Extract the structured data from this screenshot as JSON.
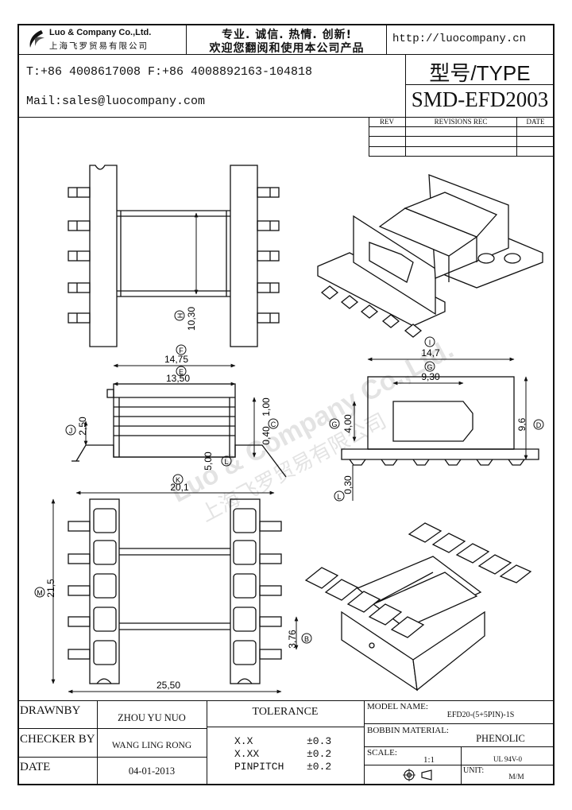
{
  "header": {
    "company_name": "Luo & Company Co.,Ltd.",
    "company_name_cn": "上海飞罗贸易有限公司",
    "slogan_line1": "专业. 诚信. 热情. 创新!",
    "slogan_line2": "欢迎您翻阅和使用本公司产品",
    "website": "http://luocompany.cn",
    "phone_fax": "T:+86 4008617008 F:+86 4008892163-104818",
    "email": "Mail:sales@luocompany.com",
    "type_label": "型号/TYPE",
    "model_code": "SMD-EFD2003"
  },
  "revisions": {
    "col_rev": "REV",
    "col_revisions": "REVISIONS REC",
    "col_date": "DATE"
  },
  "dimensions": {
    "h": "10,30",
    "f": "14,75",
    "e": "13,50",
    "j": "2,50",
    "c": "0,40",
    "c2": "1,00",
    "l": "5,00",
    "k": "20,1",
    "i": "14,7",
    "g": "9,30",
    "gh": "4,00",
    "d": "9,6",
    "ll": "0,30",
    "m": "21,5",
    "b": "3,76",
    "a": "25,50"
  },
  "callouts": {
    "h": "H",
    "f": "F",
    "e": "E",
    "j": "J",
    "c": "C",
    "l": "L",
    "k": "K",
    "i": "I",
    "g": "G",
    "g2": "G",
    "d": "D",
    "ll": "L",
    "m": "M",
    "b": "B"
  },
  "watermark": {
    "text": "Luo & Company Co.,Ltd.",
    "text_cn": "上海飞罗贸易有限公司"
  },
  "title_block": {
    "drawn_by_label": "DRAWNBY",
    "drawn_by_value": "ZHOU YU NUO",
    "checker_label": "CHECKER BY",
    "checker_value": "WANG LING RONG",
    "date_label": "DATE",
    "date_value": "04-01-2013",
    "tolerance_label": "TOLERANCE",
    "tol_rows": [
      {
        "key": "X.X",
        "val": "±0.3"
      },
      {
        "key": "X.XX",
        "val": "±0.2"
      },
      {
        "key": "PINPITCH",
        "val": "±0.2"
      }
    ],
    "model_name_label": "MODEL NAME:",
    "model_name_value": "EFD20-(5+5PIN)-1S",
    "bobbin_label": "BOBBIN MATERIAL:",
    "bobbin_value": "PHENOLIC",
    "scale_label": "SCALE:",
    "scale_value": "1:1",
    "ul_value": "UL 94V-0",
    "unit_label": "UNIT:",
    "unit_value": "M/M"
  }
}
